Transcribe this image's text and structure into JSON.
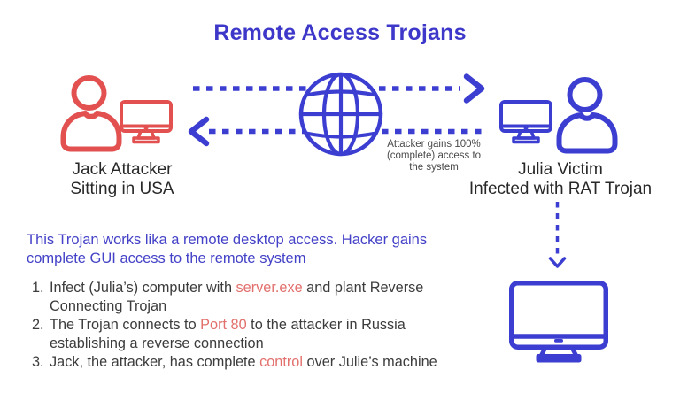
{
  "title": "Remote Access Trojans",
  "colors": {
    "blue": "#3b3ed0",
    "red": "#e25050",
    "title_blue": "#3d38c9",
    "text_blue": "#4442c7",
    "highlight_red": "#e2706c",
    "label_dark": "#282828",
    "body_dark": "#3c3c3c",
    "caption_gray": "#4a4a4a"
  },
  "attacker": {
    "label_line1": "Jack Attacker",
    "label_line2": "Sitting in USA"
  },
  "victim": {
    "label_line1": "Julia Victim",
    "label_line2": "Infected with RAT Trojan"
  },
  "arrow_caption": {
    "line1": "Attacker gains 100%",
    "line2": "(complete) access to",
    "line3": "the system"
  },
  "description": {
    "line1": "This Trojan works lika a remote desktop access. Hacker gains",
    "line2": "complete GUI access to the remote system"
  },
  "steps": [
    {
      "num": "1.",
      "pre": "Infect (Julia’s) computer with ",
      "highlight": "server.exe",
      "post": " and plant Reverse",
      "line2": "Connecting Trojan"
    },
    {
      "num": "2.",
      "pre": "The Trojan connects to ",
      "highlight": "Port 80",
      "post": " to the attacker in Russia",
      "line2": "establishing a reverse connection"
    },
    {
      "num": "3.",
      "pre": "Jack, the attacker, has complete ",
      "highlight": "control",
      "post": " over Julie’s machine",
      "line2": ""
    }
  ],
  "icons": {
    "attacker_person": "person-icon",
    "attacker_computer": "monitor-icon",
    "internet": "globe-icon",
    "victim_computer": "monitor-icon",
    "victim_person": "person-icon",
    "controlled_machine": "large-monitor-icon",
    "to_victim": "dashed-arrow-right",
    "to_attacker": "dashed-arrow-left",
    "to_machine": "dashed-arrow-down"
  }
}
